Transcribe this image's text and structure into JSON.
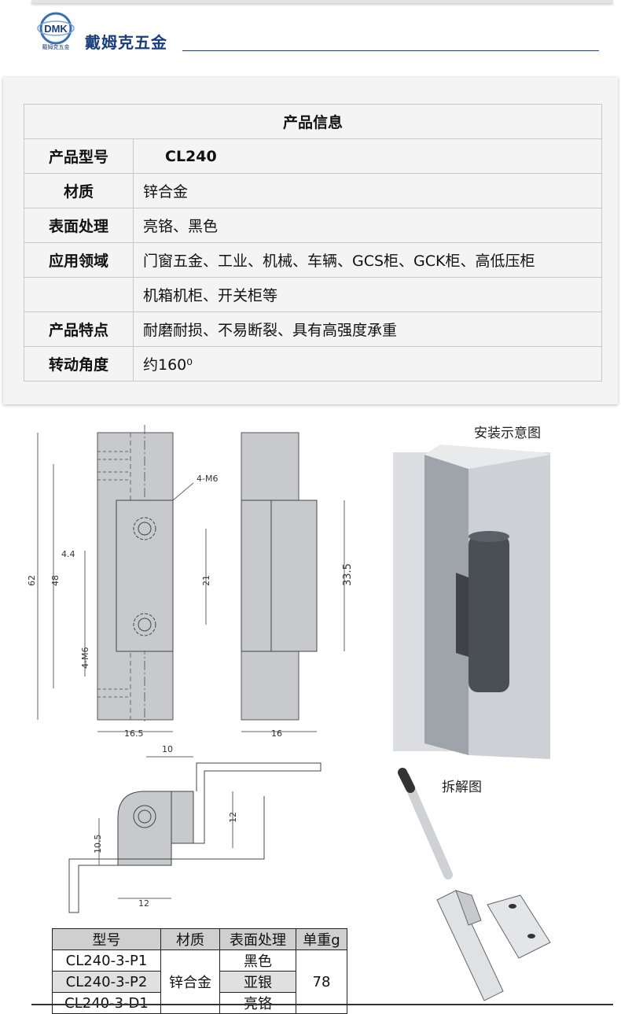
{
  "brand": {
    "logo_text": "DMK",
    "logo_sub": "戴姆克五金",
    "name": "戴姆克五金"
  },
  "info_table": {
    "header": "产品信息",
    "rows": [
      {
        "key": "产品型号",
        "value": "CL240"
      },
      {
        "key": "材质",
        "value": "锌合金"
      },
      {
        "key": "表面处理",
        "value": "亮铬、黑色"
      },
      {
        "key": "应用领域",
        "value": "门窗五金、工业、机械、车辆、GCS柜、GCK柜、高低压柜"
      },
      {
        "key": "",
        "value": "机箱机柜、开关柜等"
      },
      {
        "key": "产品特点",
        "value": "耐磨耐损、不易断裂、具有高强度承重"
      },
      {
        "key": "转动角度",
        "value": "约160⁰"
      }
    ]
  },
  "drawing": {
    "dims": {
      "d62": "62",
      "d48": "48",
      "d4_4": "4.4",
      "d4m6_top": "4-M6",
      "d21": "21",
      "d4m6_left": "4-M6",
      "d16_5": "16.5",
      "d33_5": "33.5",
      "d16": "16",
      "d10": "10",
      "d12_v": "12",
      "d10_5": "10.5",
      "d12_h": "12"
    },
    "install_label": "安装示意图",
    "explode_label": "拆解图"
  },
  "spec_table": {
    "headers": [
      "型号",
      "材质",
      "表面处理",
      "单重g"
    ],
    "rows": [
      {
        "model": "CL240-3-P1",
        "finish": "黑色"
      },
      {
        "model": "CL240-3-P2",
        "finish": "亚银"
      },
      {
        "model": "CL240-3-D1",
        "finish": "亮铬"
      }
    ],
    "material": "锌合金",
    "weight": "78"
  },
  "colors": {
    "brand": "#1a3d7c",
    "part": "#c7c9cc",
    "dark_part": "#3f4347",
    "panel": "#f4f4f4"
  }
}
